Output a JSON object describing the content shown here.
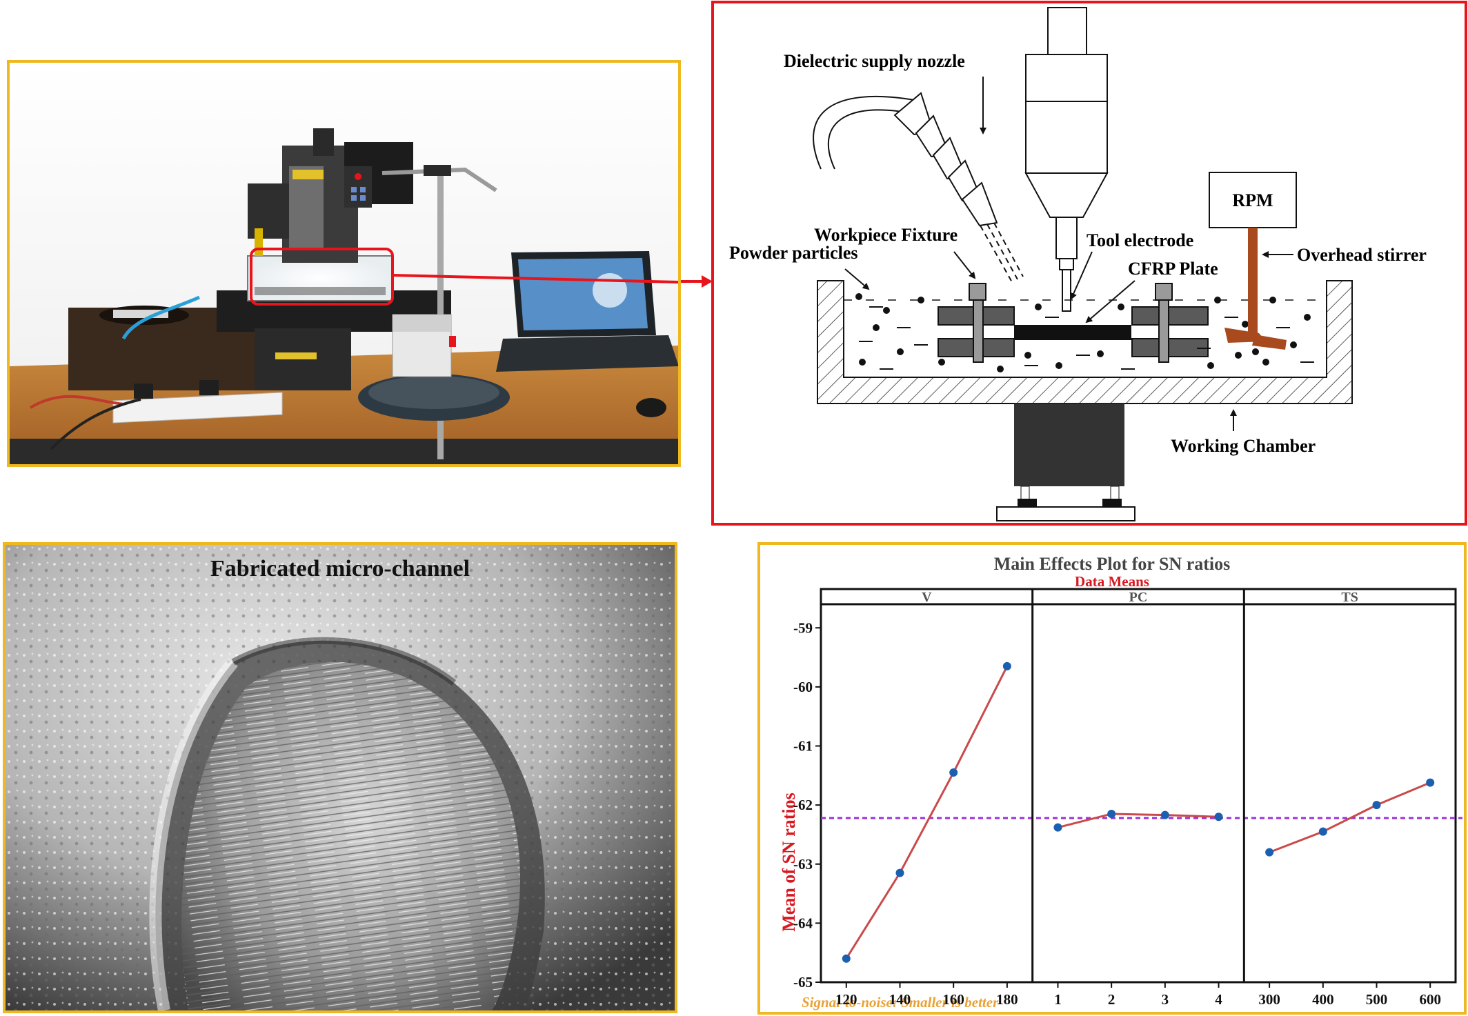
{
  "colors": {
    "photo_border": "#f0b820",
    "schematic_border": "#e8141b",
    "sem_border": "#f0b820",
    "chart_border": "#f0b820",
    "callout_red": "#e8141b",
    "stirrer_brown": "#a84a1e",
    "line_red": "#c94a4a",
    "point_blue": "#1a5fb0",
    "mean_line": "#9b30d9",
    "subtitle_red": "#d71920",
    "footer_orange": "#e9a235"
  },
  "schematic": {
    "labels": {
      "nozzle": "Dielectric supply nozzle",
      "fixture": "Workpiece Fixture",
      "powder": "Powder particles",
      "tool": "Tool electrode",
      "cfrp": "CFRP Plate",
      "rpm": "RPM",
      "stirrer": "Overhead stirrer",
      "chamber": "Working Chamber"
    }
  },
  "sem": {
    "title": "Fabricated micro-channel"
  },
  "chart_data": {
    "type": "line",
    "title": "Main Effects Plot for SN ratios",
    "subtitle": "Data Means",
    "ylabel": "Mean of SN ratios",
    "footer": "Signal-to-noise: Smaller is better",
    "ylim": [
      -65,
      -58.6
    ],
    "yticks": [
      -59,
      -60,
      -61,
      -62,
      -63,
      -64,
      -65
    ],
    "mean_line": -62.22,
    "panels": [
      {
        "name": "V",
        "x": [
          120,
          140,
          160,
          180
        ],
        "values": [
          -64.6,
          -63.15,
          -61.45,
          -59.65
        ]
      },
      {
        "name": "PC",
        "x": [
          1,
          2,
          3,
          4
        ],
        "values": [
          -62.38,
          -62.15,
          -62.17,
          -62.2
        ]
      },
      {
        "name": "TS",
        "x": [
          300,
          400,
          500,
          600
        ],
        "values": [
          -62.8,
          -62.45,
          -62.0,
          -61.62
        ]
      }
    ]
  }
}
